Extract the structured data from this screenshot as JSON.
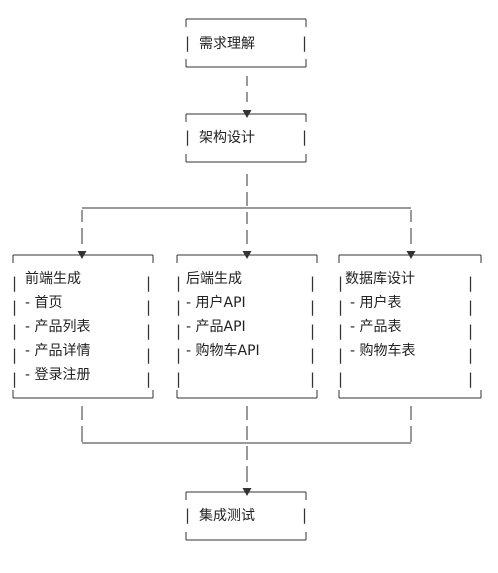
{
  "diagram": {
    "nodes": {
      "requirements": {
        "title": "需求理解"
      },
      "architecture": {
        "title": "架构设计"
      },
      "frontend": {
        "title": "前端生成",
        "items": [
          "- 首页",
          "- 产品列表",
          "- 产品详情",
          "- 登录注册"
        ]
      },
      "backend": {
        "title": "后端生成",
        "items": [
          "- 用户API",
          "- 产品API",
          "- 购物车API"
        ]
      },
      "database": {
        "title": "数据库设计",
        "items": [
          "- 用户表",
          "- 产品表",
          "- 购物车表"
        ]
      },
      "integration": {
        "title": "集成测试"
      }
    },
    "edges": [
      [
        "requirements",
        "architecture"
      ],
      [
        "architecture",
        "frontend"
      ],
      [
        "architecture",
        "backend"
      ],
      [
        "architecture",
        "database"
      ],
      [
        "frontend",
        "integration"
      ],
      [
        "backend",
        "integration"
      ],
      [
        "database",
        "integration"
      ]
    ],
    "colors": {
      "line": "#333333",
      "text": "#222222",
      "background": "#ffffff"
    }
  }
}
